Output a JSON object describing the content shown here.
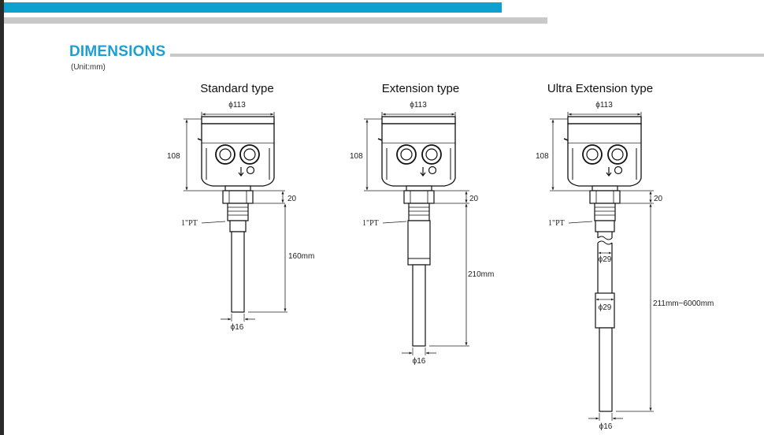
{
  "section": {
    "title": "DIMENSIONS",
    "unit": "(Unit:mm)"
  },
  "types": [
    {
      "title": "Standard type",
      "head_dia": "ϕ113",
      "head_height": "108",
      "neck": "20",
      "thread": "1\"PT",
      "probe_length": "160mm",
      "probe_dia": "ϕ16"
    },
    {
      "title": "Extension type",
      "head_dia": "ϕ113",
      "head_height": "108",
      "neck": "20",
      "thread": "1\"PT",
      "probe_length": "210mm",
      "probe_dia": "ϕ16"
    },
    {
      "title": "Ultra Extension type",
      "head_dia": "ϕ113",
      "head_height": "108",
      "neck": "20",
      "thread": "1\"PT",
      "probe_length": "211mm~6000mm",
      "probe_dia": "ϕ16",
      "ext_dia_1": "ϕ29",
      "ext_dia_2": "ϕ29"
    }
  ]
}
